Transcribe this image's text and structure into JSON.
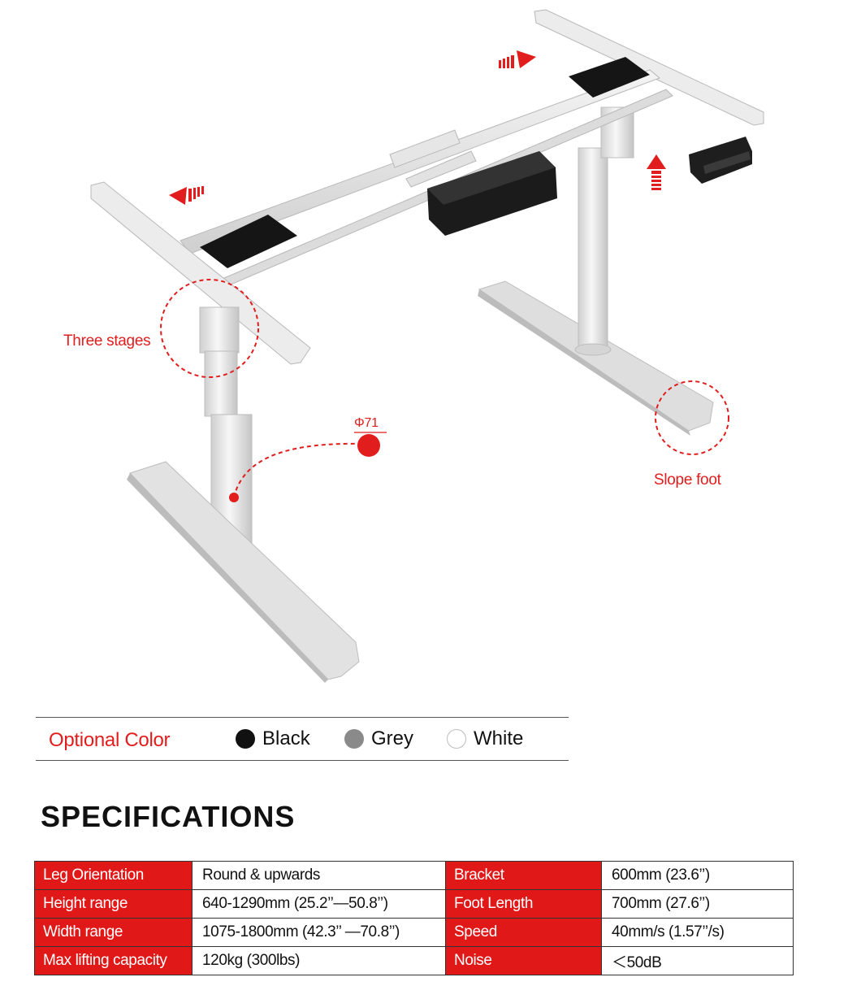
{
  "illustration": {
    "callouts": {
      "three_stages": "Three stages",
      "slope_foot": "Slope foot",
      "diameter": "Φ71"
    },
    "accent_color": "#e11d1d",
    "frame_color": "#e9e9e9",
    "control_box_color": "#1b1b1b"
  },
  "color_options": {
    "title": "Optional  Color",
    "options": [
      {
        "name": "Black",
        "swatch": "#111111"
      },
      {
        "name": "Grey",
        "swatch": "#8a8a8a"
      },
      {
        "name": "White",
        "swatch": "#ffffff"
      }
    ]
  },
  "specifications": {
    "heading": "SPECIFICATIONS",
    "rows": [
      [
        "Leg Orientation",
        "Round & upwards",
        "Bracket",
        "600mm (23.6’’)"
      ],
      [
        "Height range",
        "640-1290mm (25.2’’—50.8’’)",
        "Foot Length",
        "700mm (27.6’’)"
      ],
      [
        "Width range",
        "1075-1800mm (42.3’’ —70.8’’)",
        "Speed",
        "40mm/s (1.57’’/s)"
      ],
      [
        "Max lifting capacity",
        "120kg (300lbs)",
        "Noise",
        "＜50dB"
      ]
    ]
  }
}
